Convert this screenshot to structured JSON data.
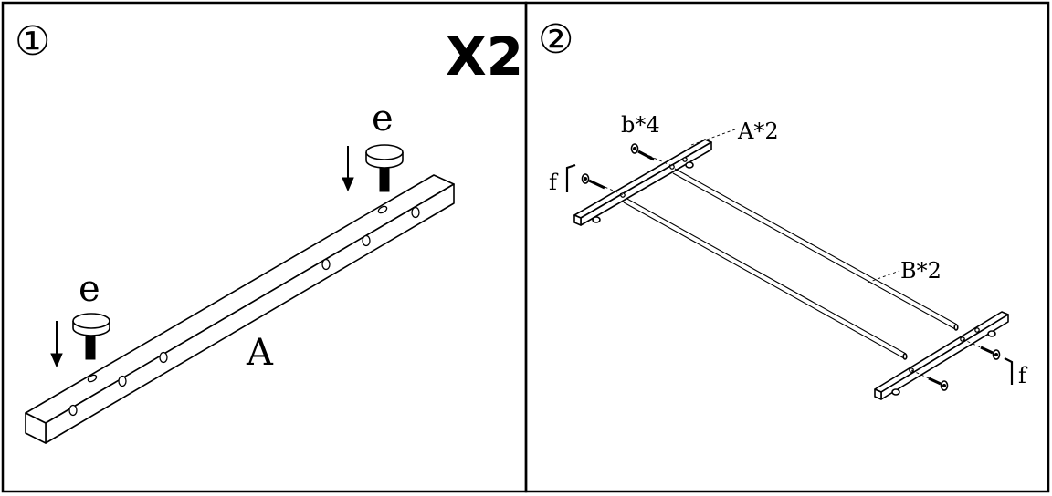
{
  "steps": [
    {
      "number": "①",
      "multiplier": "X2",
      "labels": {
        "part_a": "A",
        "foot_left": "e",
        "foot_right": "e"
      }
    },
    {
      "number": "②",
      "labels": {
        "bolts": "b*4",
        "side_rails": "A*2",
        "cross_bars": "B*2",
        "key_left": "f",
        "key_right": "f"
      }
    }
  ],
  "colors": {
    "line": "#000000",
    "background": "#ffffff"
  }
}
